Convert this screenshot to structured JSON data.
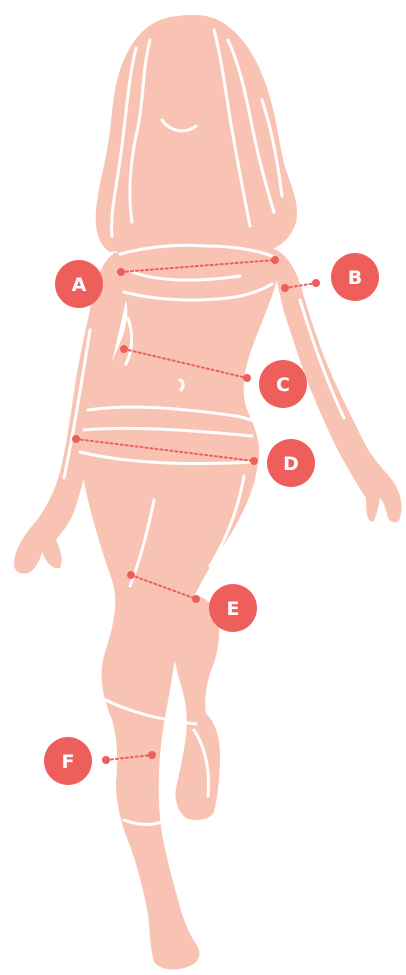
{
  "colors": {
    "background": "#ffffff",
    "body_fill": "#f9c3b4",
    "body_highlight": "#ffffff",
    "accent": "#ee5e5a",
    "badge_text": "#ffffff"
  },
  "figure": {
    "icon": "female-body-silhouette-icon"
  },
  "measurements": [
    {
      "id": "a",
      "label": "A"
    },
    {
      "id": "b",
      "label": "B"
    },
    {
      "id": "c",
      "label": "C"
    },
    {
      "id": "d",
      "label": "D"
    },
    {
      "id": "e",
      "label": "E"
    },
    {
      "id": "f",
      "label": "F"
    }
  ]
}
